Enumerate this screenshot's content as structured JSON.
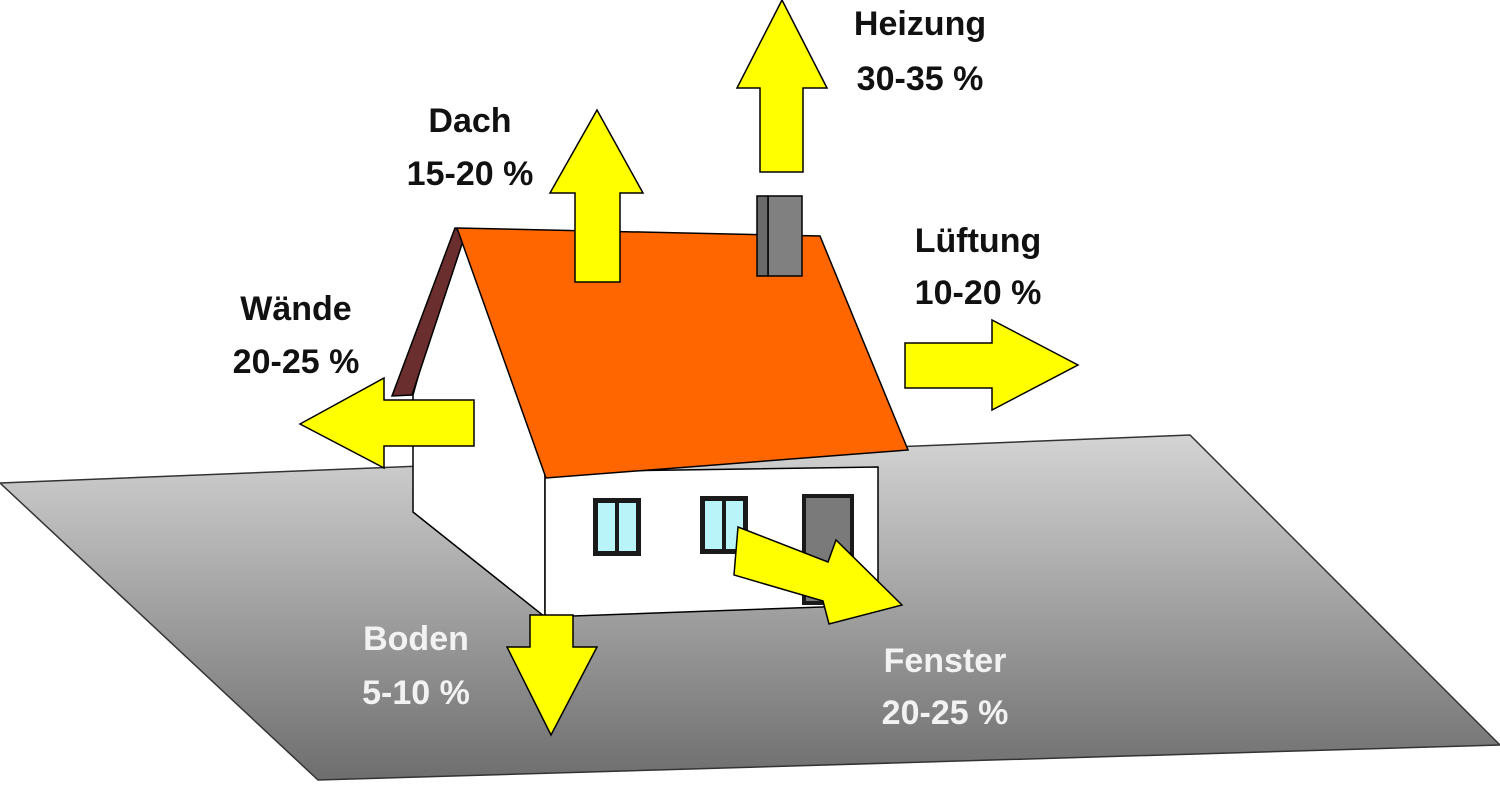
{
  "colors": {
    "roof": "#ff6600",
    "roof_edge": "#6b2e2e",
    "arrow_fill": "#ffff00",
    "chimney": "#808080",
    "wall": "#ffffff",
    "window_glass": "#b8f4f8",
    "door": "#7a7a7a",
    "ground_top": "#d4d4d4",
    "ground_bottom": "#6e6e6e",
    "label_dark": "#111111",
    "label_light": "#f2f2f2"
  },
  "labels": {
    "heizung": {
      "name": "Heizung",
      "value": "30-35 %"
    },
    "dach": {
      "name": "Dach",
      "value": "15-20 %"
    },
    "lueftung": {
      "name": "Lüftung",
      "value": "10-20 %"
    },
    "waende": {
      "name": "Wände",
      "value": "20-25 %"
    },
    "boden": {
      "name": "Boden",
      "value": "5-10 %"
    },
    "fenster": {
      "name": "Fenster",
      "value": "20-25 %"
    }
  }
}
